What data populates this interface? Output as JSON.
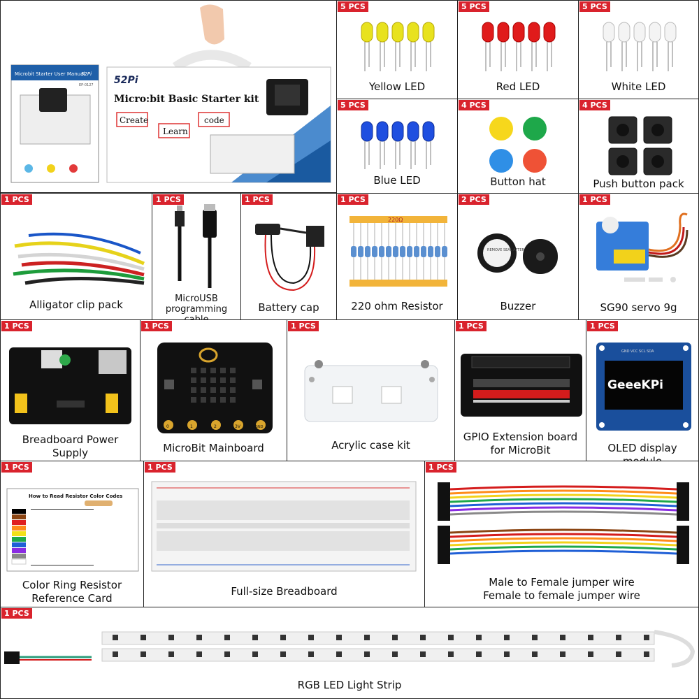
{
  "hero": {
    "manual_title": "Microbit Starter User Manual",
    "manual_brand": "52Pi",
    "manual_code": "EP-0127",
    "box_brand": "52Pi",
    "box_title": "Micro:bit Basic Starter kit",
    "tag_create": "Create",
    "tag_learn": "Learn",
    "tag_code": "code"
  },
  "items": {
    "yellow_led": {
      "qty": "5 PCS",
      "label": "Yellow LED"
    },
    "red_led": {
      "qty": "5 PCS",
      "label": "Red LED"
    },
    "white_led": {
      "qty": "5 PCS",
      "label": "White LED"
    },
    "blue_led": {
      "qty": "5 PCS",
      "label": "Blue LED"
    },
    "button_hat": {
      "qty": "4 PCS",
      "label": "Button hat"
    },
    "push_button": {
      "qty": "4 PCS",
      "label": "Push button pack"
    },
    "alligator": {
      "qty": "1 PCS",
      "label": "Alligator clip pack"
    },
    "microusb": {
      "qty": "1 PCS",
      "label_line1": "MicroUSB",
      "label_line2": "programming cable"
    },
    "battery_cap": {
      "qty": "1 PCS",
      "label": "Battery cap"
    },
    "resistor": {
      "qty": "1 PCS",
      "label": "220 ohm Resistor",
      "tape_text": "220Ω"
    },
    "buzzer": {
      "qty": "2 PCS",
      "label": "Buzzer",
      "sticker": "REMOVE SEAL AFTER WASHING"
    },
    "servo": {
      "qty": "1 PCS",
      "label": "SG90 servo 9g"
    },
    "bb_power": {
      "qty": "1 PCS",
      "label_line1": "Breadboard Power",
      "label_line2": "Supply"
    },
    "mainboard": {
      "qty": "1 PCS",
      "label": "MicroBit Mainboard",
      "pins": [
        "0",
        "1",
        "2",
        "3V",
        "GND"
      ]
    },
    "acrylic": {
      "qty": "1 PCS",
      "label": "Acrylic case kit"
    },
    "gpio": {
      "qty": "1 PCS",
      "label_line1": "GPIO Extension board",
      "label_line2": "for MicroBit"
    },
    "oled": {
      "qty": "1 PCS",
      "label": "OLED display module",
      "screen_text": "GeeeKPi",
      "pin_text": "GND VCC SCL SDA"
    },
    "color_card": {
      "qty": "1 PCS",
      "label_line1": "Color Ring Resistor",
      "label_line2": "Reference Card",
      "card_title": "How to Read Resistor Color Codes"
    },
    "breadboard": {
      "qty": "1 PCS",
      "label": "Full-size Breadboard"
    },
    "jumper": {
      "qty": "1 PCS",
      "label_line1": "Male to Female jumper wire",
      "label_line2": "Female to female jumper wire"
    },
    "rgb_strip": {
      "qty": "1 PCS",
      "label": "RGB LED Light Strip"
    }
  },
  "colors": {
    "badge": "#d9232d",
    "border": "#222222"
  }
}
